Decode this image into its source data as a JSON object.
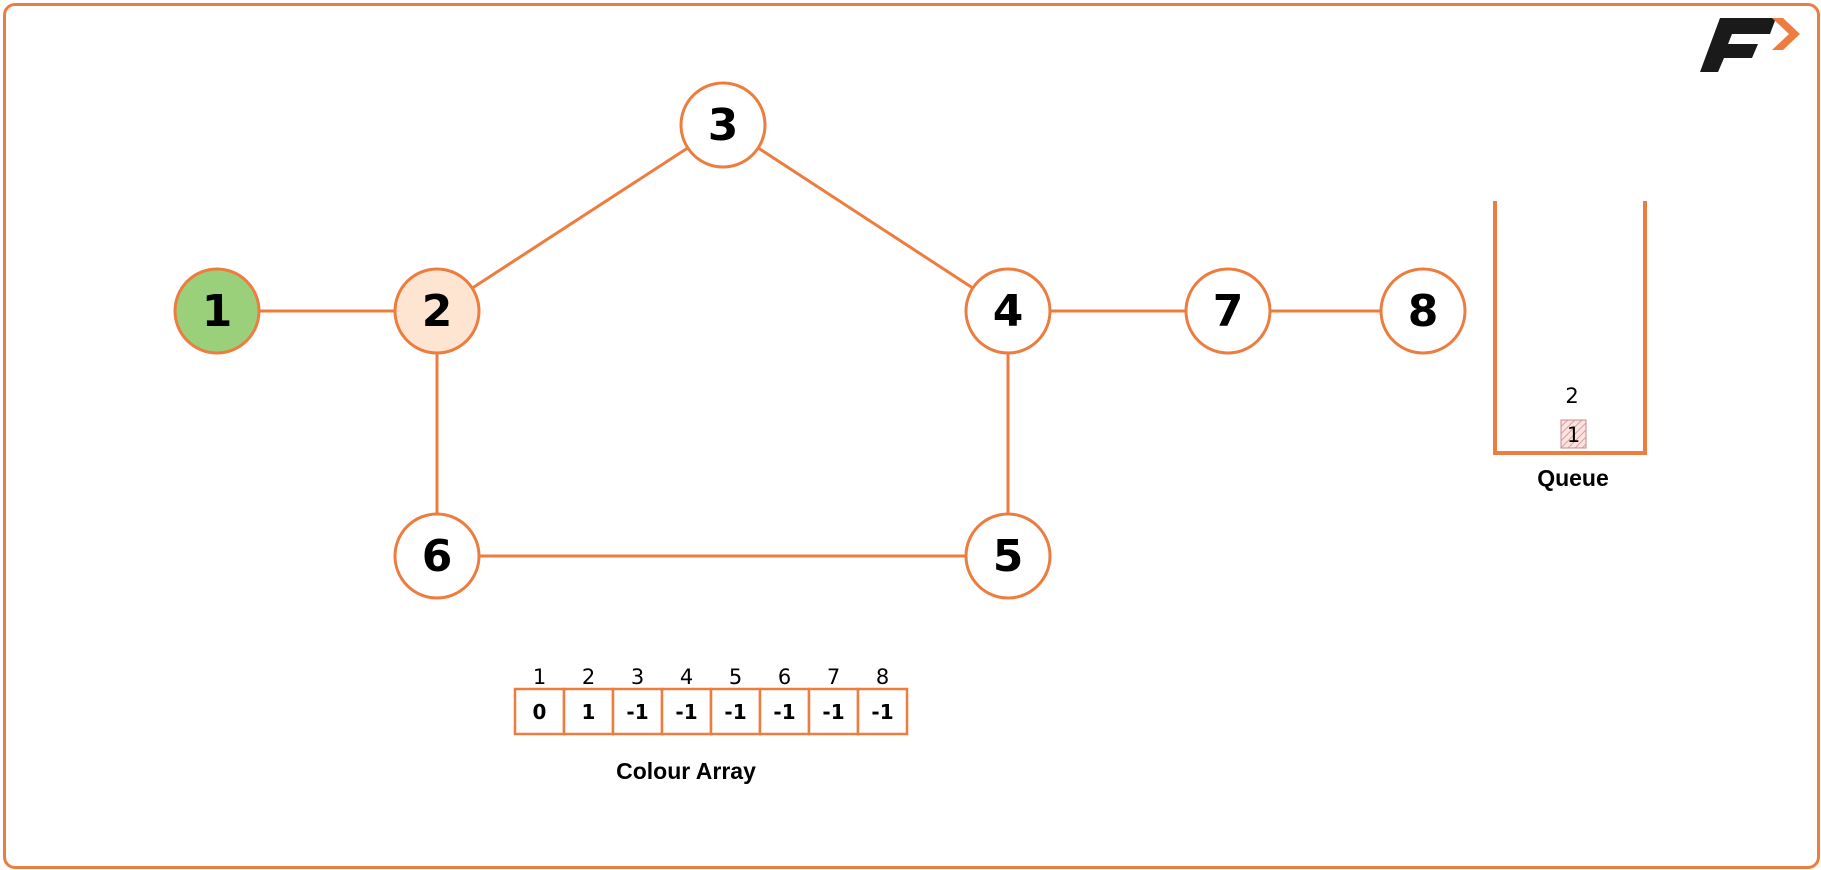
{
  "colors": {
    "accent": "#ED7D3F",
    "visited_fill": "#9BD07A",
    "current_fill": "#FDE5D1",
    "unvisited_fill": "#FFFFFF",
    "logo_dark": "#1a1a1a"
  },
  "graph": {
    "nodes": [
      {
        "id": "1",
        "label": "1",
        "state": "visited"
      },
      {
        "id": "2",
        "label": "2",
        "state": "current"
      },
      {
        "id": "3",
        "label": "3",
        "state": "unvisited"
      },
      {
        "id": "4",
        "label": "4",
        "state": "unvisited"
      },
      {
        "id": "5",
        "label": "5",
        "state": "unvisited"
      },
      {
        "id": "6",
        "label": "6",
        "state": "unvisited"
      },
      {
        "id": "7",
        "label": "7",
        "state": "unvisited"
      },
      {
        "id": "8",
        "label": "8",
        "state": "unvisited"
      }
    ],
    "edges": [
      [
        "1",
        "2"
      ],
      [
        "2",
        "3"
      ],
      [
        "3",
        "4"
      ],
      [
        "2",
        "6"
      ],
      [
        "6",
        "5"
      ],
      [
        "4",
        "5"
      ],
      [
        "4",
        "7"
      ],
      [
        "7",
        "8"
      ]
    ]
  },
  "colour_array": {
    "indices": [
      "1",
      "2",
      "3",
      "4",
      "5",
      "6",
      "7",
      "8"
    ],
    "values": [
      "0",
      "1",
      "-1",
      "-1",
      "-1",
      "-1",
      "-1",
      "-1"
    ],
    "caption": "Colour Array"
  },
  "queue": {
    "caption": "Queue",
    "incoming_label": "2",
    "items": [
      "1"
    ]
  },
  "logo": {
    "icon": "brand-f-arrow-logo"
  }
}
